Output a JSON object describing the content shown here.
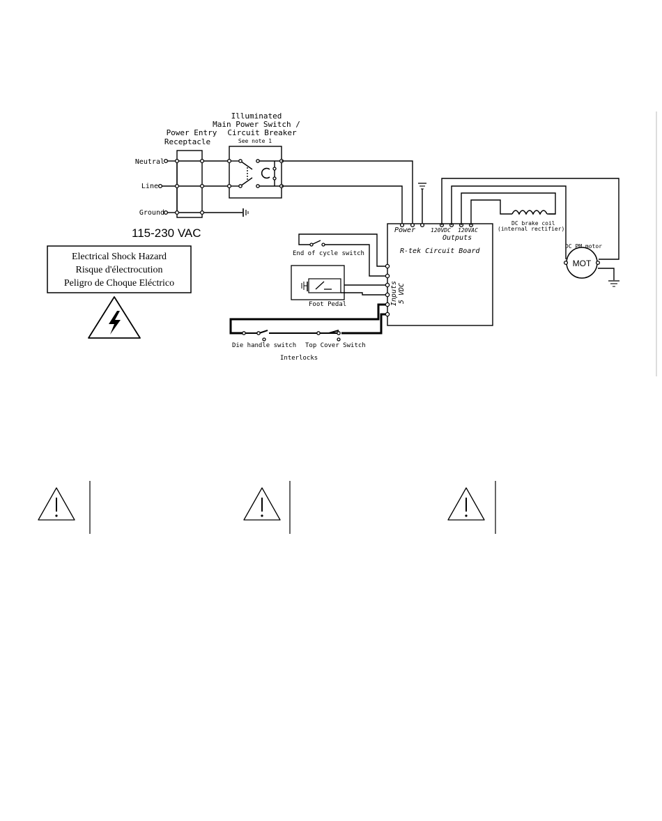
{
  "diagram": {
    "labels": {
      "switch_title_1": "Illuminated",
      "switch_title_2": "Main Power Switch /",
      "switch_title_3": "Circuit Breaker",
      "switch_note": "See note 1",
      "receptacle_1": "Power Entry",
      "receptacle_2": "Receptacle",
      "neutral": "Neutral",
      "line": "Line",
      "ground": "Ground",
      "voltage": "115-230 VAC",
      "power": "Power",
      "out_120vdc": "120VDC",
      "out_120vac": "120VAC",
      "outputs": "Outputs",
      "board": "R-tek Circuit Board",
      "inputs": "Inputs",
      "input_voltage": "5 VDC",
      "end_cycle": "End of cycle switch",
      "foot_pedal": "Foot Pedal",
      "die_handle": "Die handle switch",
      "top_cover": "Top Cover Switch",
      "interlocks": "Interlocks",
      "brake_coil_1": "DC brake coil",
      "brake_coil_2": "(internal rectifier)",
      "motor_label": "DC PM motor",
      "motor": "MOT"
    },
    "hazard": {
      "line1": "Electrical Shock Hazard",
      "line2": "Risque d'électrocution",
      "line3": "Peligro de Choque Eléctrico"
    },
    "icons": [
      "lightning-warning-icon",
      "exclamation-warning-icon"
    ]
  }
}
